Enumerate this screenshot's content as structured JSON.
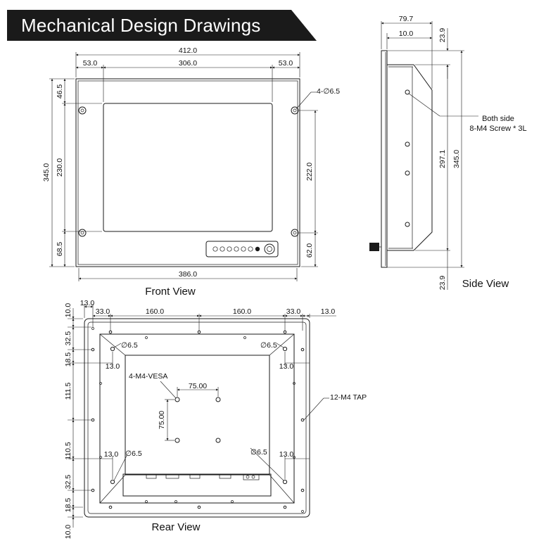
{
  "title": "Mechanical Design Drawings",
  "colors": {
    "banner": "#1a1a1a",
    "line": "#1a1a1a",
    "background": "#ffffff"
  },
  "front": {
    "label": "Front View",
    "dims": {
      "total_width": "412.0",
      "left_margin": "53.0",
      "center": "306.0",
      "right_margin": "53.0",
      "total_height": "345.0",
      "top_margin": "46.5",
      "window_height": "230.0",
      "bottom_margin": "68.5",
      "hole_pitch_v": "222.0",
      "hole_bottom": "62.0",
      "bottom_width": "386.0",
      "hole_note": "4-∅6.5"
    }
  },
  "side": {
    "label": "Side View",
    "dims": {
      "depth": "79.7",
      "bezel": "10.0",
      "top_offset": "23.9",
      "inner_height": "297.1",
      "total_height": "345.0",
      "bottom_offset": "23.9"
    },
    "note_line1": "Both side",
    "note_line2": "8-M4 Screw * 3L"
  },
  "rear": {
    "label": "Rear View",
    "dims": {
      "edge_top": "10.0",
      "edge_left_x": "13.0",
      "top_33_left": "33.0",
      "top_160_left": "160.0",
      "top_160_right": "160.0",
      "top_33_right": "33.0",
      "edge_right_x": "13.0",
      "left_32_5_top": "32.5",
      "left_18_5_top": "18.5",
      "left_111_5": "111.5",
      "left_110_5": "110.5",
      "left_32_5_bottom": "32.5",
      "left_18_5_bottom": "18.5",
      "edge_bottom": "10.0",
      "inner_13_tl": "13.0",
      "inner_13_tr": "13.0",
      "inner_13_bl": "13.0",
      "inner_13_br": "13.0",
      "hole_tl": "∅6.5",
      "hole_tr": "∅6.5",
      "hole_bl": "∅6.5",
      "hole_br": "∅6.5",
      "vesa_h": "75.00",
      "vesa_v": "75.00"
    },
    "vesa_note": "4-M4-VESA",
    "tap_note": "12-M4 TAP"
  }
}
